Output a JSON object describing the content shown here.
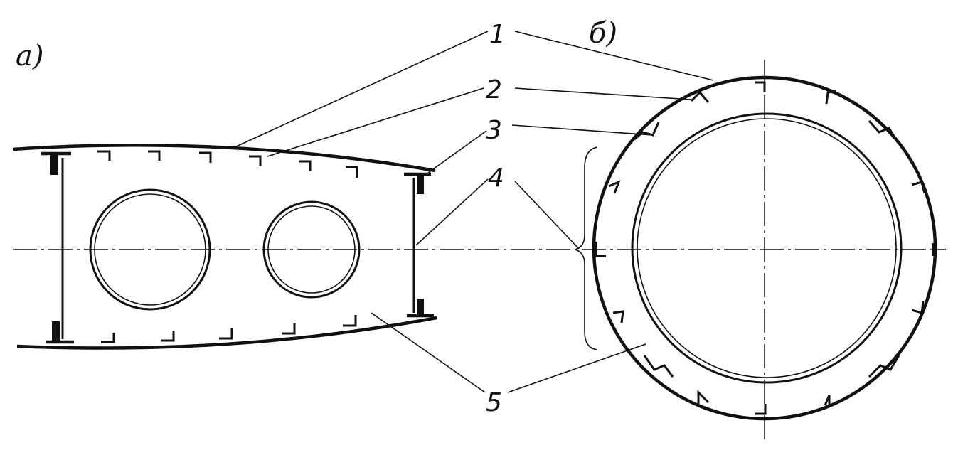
{
  "views": {
    "a": {
      "label": "а)"
    },
    "b": {
      "label": "б)"
    }
  },
  "callouts": [
    "1",
    "2",
    "3",
    "4",
    "5"
  ]
}
